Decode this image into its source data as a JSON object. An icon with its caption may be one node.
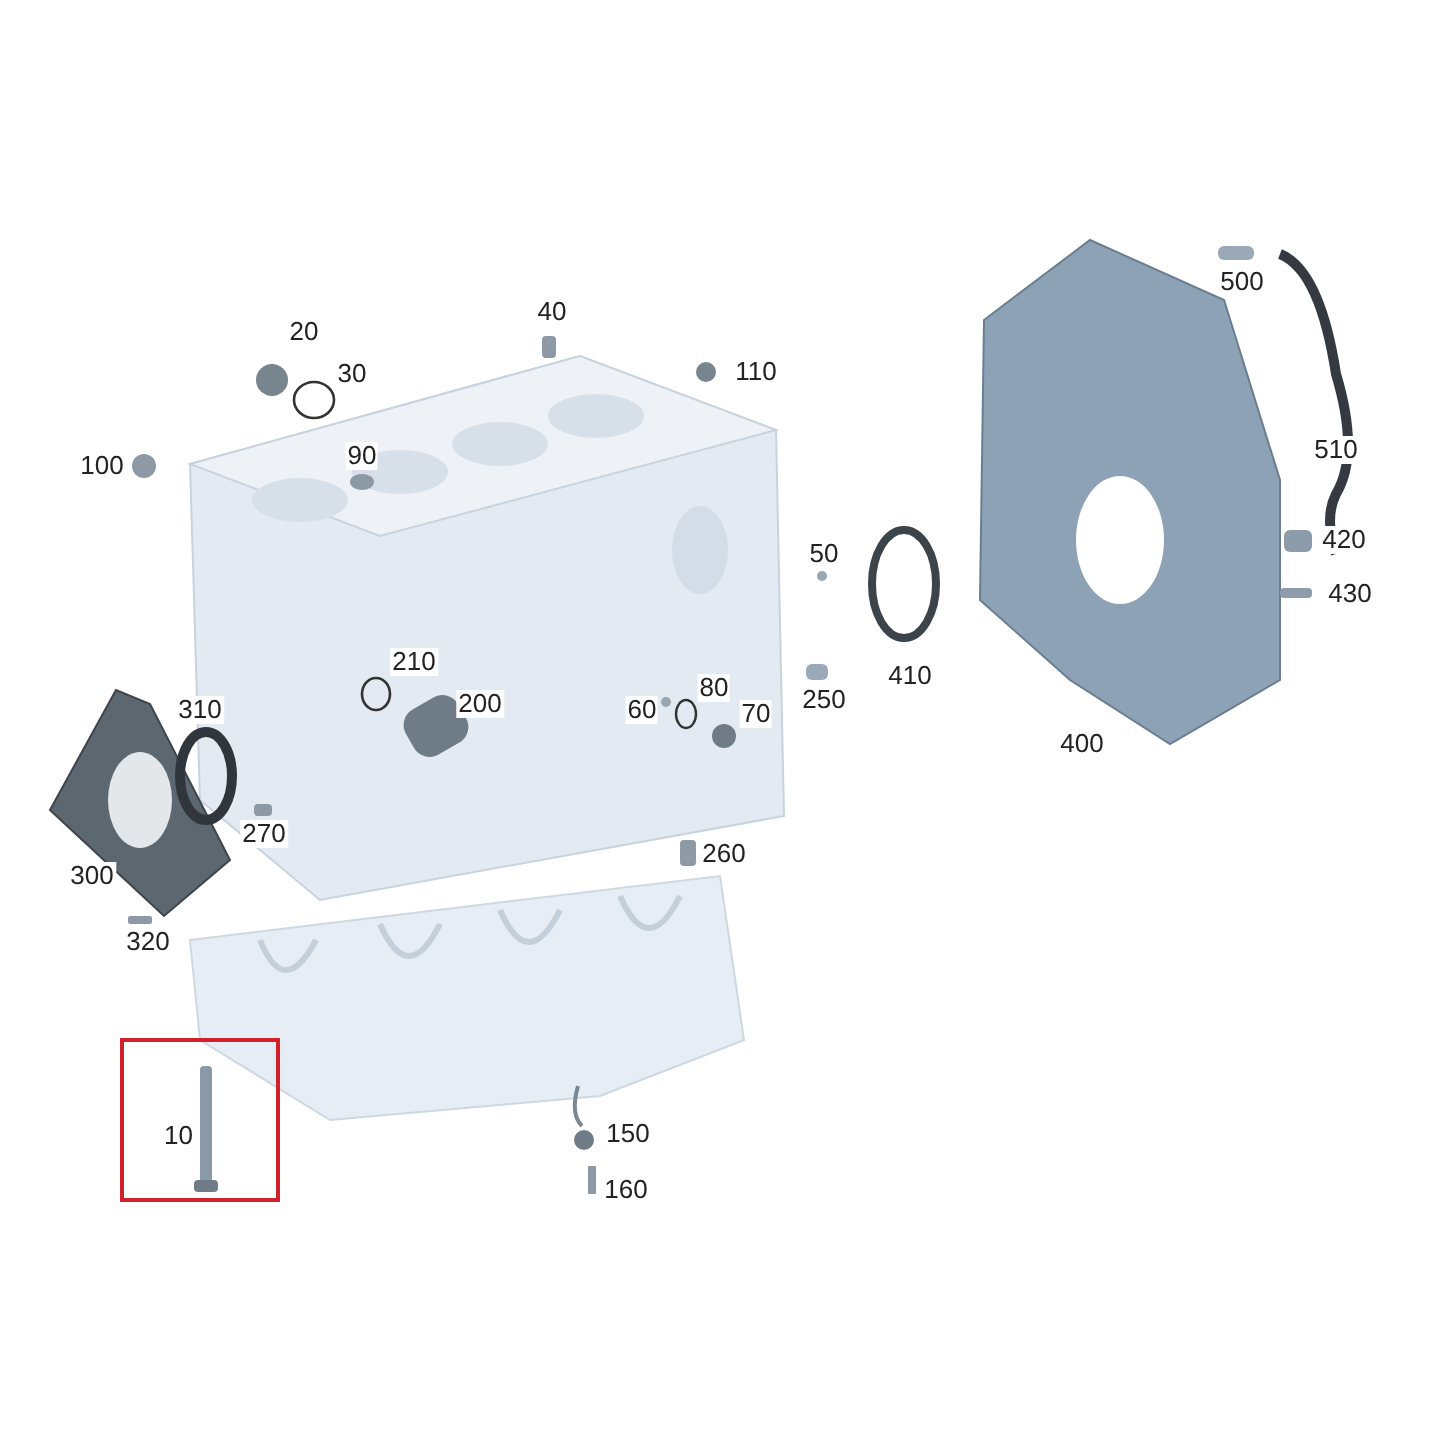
{
  "diagram": {
    "nodes": [
      {
        "text": [
          "10"
        ]
      }
    ],
    "labels": [
      "500",
      "40",
      "20",
      "110",
      "30",
      "510",
      "90",
      "100",
      "420",
      "50",
      "430",
      "210",
      "410",
      "80",
      "250",
      "200",
      "310",
      "60",
      "70",
      "400",
      "270",
      "260",
      "300",
      "320",
      "150",
      "160"
    ]
  }
}
